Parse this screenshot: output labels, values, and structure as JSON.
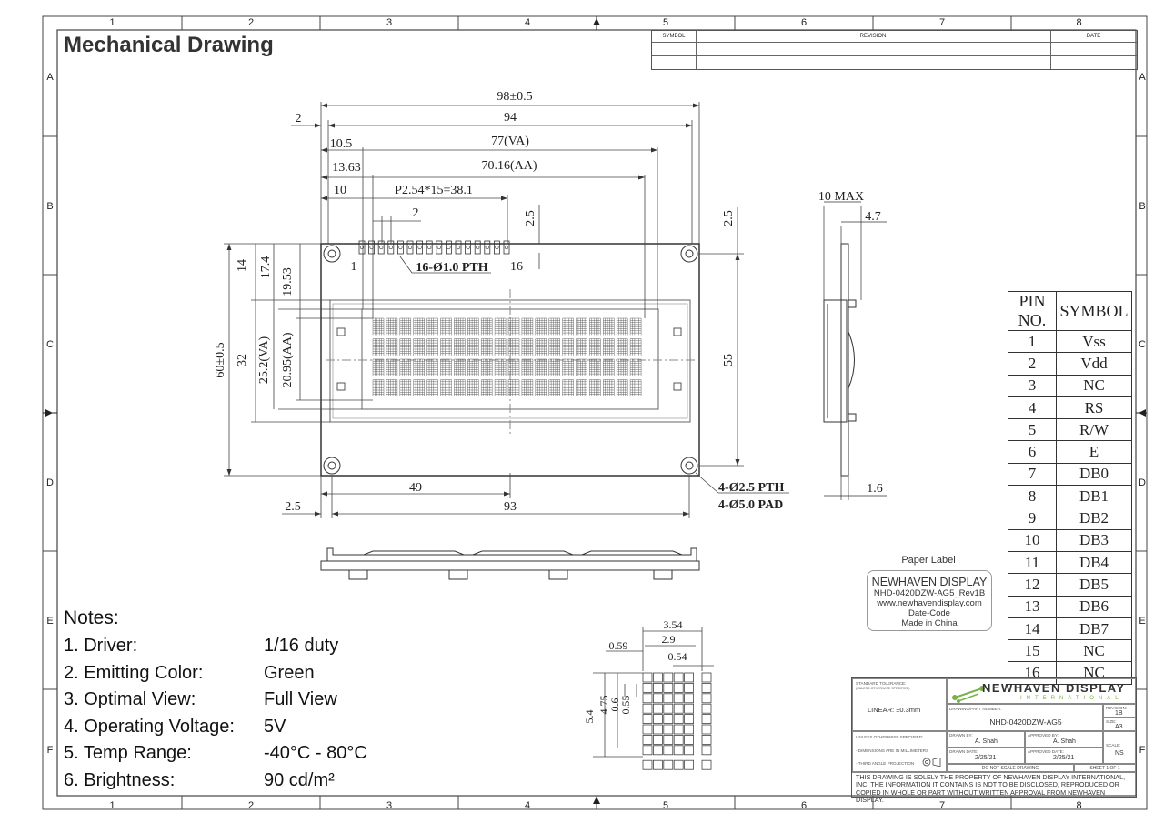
{
  "title": "Mechanical Drawing",
  "grid": {
    "columns": [
      "1",
      "2",
      "3",
      "4",
      "5",
      "6",
      "7",
      "8"
    ],
    "rows": [
      "A",
      "B",
      "C",
      "D",
      "E",
      "F"
    ]
  },
  "revision_block": {
    "symbol": "SYMBOL",
    "revision": "REVISION",
    "date": "DATE"
  },
  "dims": {
    "overall_w": "98±0.5",
    "pcb_w": "94",
    "va_w": "77(VA)",
    "aa_w": "70.16(AA)",
    "d2": "2",
    "d10_5": "10.5",
    "d13_63": "13.63",
    "d10": "10",
    "pitch": "P2.54*15=38.1",
    "pin_gap": "2",
    "d2_5_top": "2.5",
    "d2_5_right": "2.5",
    "pin1": "1",
    "pin16": "16",
    "pth16": "16-Ø1.0 PTH",
    "h60": "60±0.5",
    "h32": "32",
    "h25_2": "25.2(VA)",
    "h20_95": "20.95(AA)",
    "h14": "14",
    "h17_4": "17.4",
    "h19_53": "19.53",
    "h55": "55",
    "w49": "49",
    "w93": "93",
    "w2_5": "2.5",
    "pth4": "4-Ø2.5 PTH",
    "pad4": "4-Ø5.0 PAD",
    "side_max": "10 MAX",
    "side_4_7": "4.7",
    "side_1_6": "1.6",
    "char_3_54": "3.54",
    "char_2_9": "2.9",
    "char_0_59": "0.59",
    "char_0_54": "0.54",
    "char_5_4": "5.4",
    "char_4_75": "4.75",
    "char_0_6": "0.6",
    "char_0_55": "0.55"
  },
  "pin_table": {
    "head_no": "PIN NO.",
    "head_sym": "SYMBOL",
    "rows": [
      {
        "no": "1",
        "sym": "Vss"
      },
      {
        "no": "2",
        "sym": "Vdd"
      },
      {
        "no": "3",
        "sym": "NC"
      },
      {
        "no": "4",
        "sym": "RS"
      },
      {
        "no": "5",
        "sym": "R/W"
      },
      {
        "no": "6",
        "sym": "E"
      },
      {
        "no": "7",
        "sym": "DB0"
      },
      {
        "no": "8",
        "sym": "DB1"
      },
      {
        "no": "9",
        "sym": "DB2"
      },
      {
        "no": "10",
        "sym": "DB3"
      },
      {
        "no": "11",
        "sym": "DB4"
      },
      {
        "no": "12",
        "sym": "DB5"
      },
      {
        "no": "13",
        "sym": "DB6"
      },
      {
        "no": "14",
        "sym": "DB7"
      },
      {
        "no": "15",
        "sym": "NC"
      },
      {
        "no": "16",
        "sym": "NC"
      }
    ]
  },
  "notes": {
    "heading": "Notes:",
    "items": [
      {
        "k": "1. Driver:",
        "v": "1/16 duty"
      },
      {
        "k": "2. Emitting Color:",
        "v": "Green"
      },
      {
        "k": "3. Optimal View:",
        "v": "Full View"
      },
      {
        "k": "4. Operating Voltage:",
        "v": "5V"
      },
      {
        "k": "5. Temp Range:",
        "v": "-40°C - 80°C"
      },
      {
        "k": "6. Brightness:",
        "v": "90 cd/m²"
      }
    ]
  },
  "paper_label": {
    "caption": "Paper Label",
    "l1": "NEWHAVEN DISPLAY",
    "l2": "NHD-0420DZW-AG5_Rev1B",
    "l3": "www.newhavendisplay.com",
    "l4": "Date-Code",
    "l5": "Made in China"
  },
  "title_block": {
    "tolerance_hdr": "STANDARD TOLERANCE:",
    "tolerance_sub": "(UNLESS OTHERWISE SPECIFIED)",
    "linear": "LINEAR:   ±0.3mm",
    "brand": "NEWHAVEN DISPLAY",
    "intl": "INTERNATIONAL",
    "part_hdr": "DRAWING/PART NUMBER:",
    "part": "NHD-0420DZW-AG5",
    "rev_hdr": "REVISION:",
    "rev": "1B",
    "size_hdr": "SIZE:",
    "size": "A3",
    "scale_hdr": "SCALE:",
    "scale": "NS",
    "unless": "UNLESS OTHERWISE SPECIFIED:",
    "dims_mm": "- DIMENSIONS ARE IN MILLIMETERS",
    "third": "- THIRD ANGLE PROJECTION",
    "drawn_hdr": "DRAWN BY:",
    "drawn": "A. Shah",
    "appr_hdr": "APPROVED BY:",
    "appr": "A. Shah",
    "drawn_date_hdr": "DRAWN DATE:",
    "drawn_date": "2/25/21",
    "appr_date_hdr": "APPROVED DATE:",
    "appr_date": "2/25/21",
    "noscale": "DO NOT SCALE DRAWING",
    "sheet": "SHEET 1 OF 1",
    "property": "THIS DRAWING IS SOLELY THE PROPERTY OF NEWHAVEN DISPLAY INTERNATIONAL, INC. THE INFORMATION IT CONTAINS IS NOT TO BE DISCLOSED, REPRODUCED OR COPIED IN WHOLE OR PART WITHOUT WRITTEN APPROVAL FROM NEWHAVEN DISPLAY."
  }
}
